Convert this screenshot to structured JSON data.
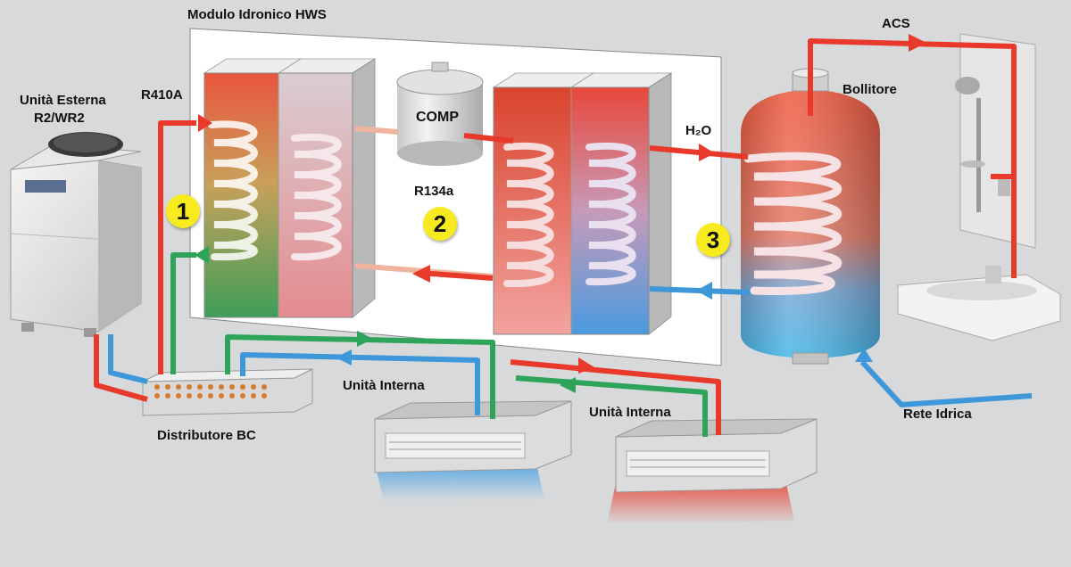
{
  "labels": {
    "module_title": "Modulo Idronico HWS",
    "outdoor_unit_line1": "Unità Esterna",
    "outdoor_unit_line2": "R2/WR2",
    "r410a": "R410A",
    "comp": "COMP",
    "r134a": "R134a",
    "h2o": "H₂O",
    "boiler": "Bollitore",
    "acs": "ACS",
    "indoor_unit_1": "Unità Interna",
    "indoor_unit_2": "Unità Interna",
    "distributor": "Distributore BC",
    "water_mains": "Rete Idrica"
  },
  "stages": [
    "1",
    "2",
    "3"
  ],
  "colors": {
    "background": "#d7d9db",
    "hot_line": "#e8392b",
    "cold_line": "#3d97d8",
    "gas_line": "#2ea35a",
    "badge": "#f7ea1e"
  }
}
